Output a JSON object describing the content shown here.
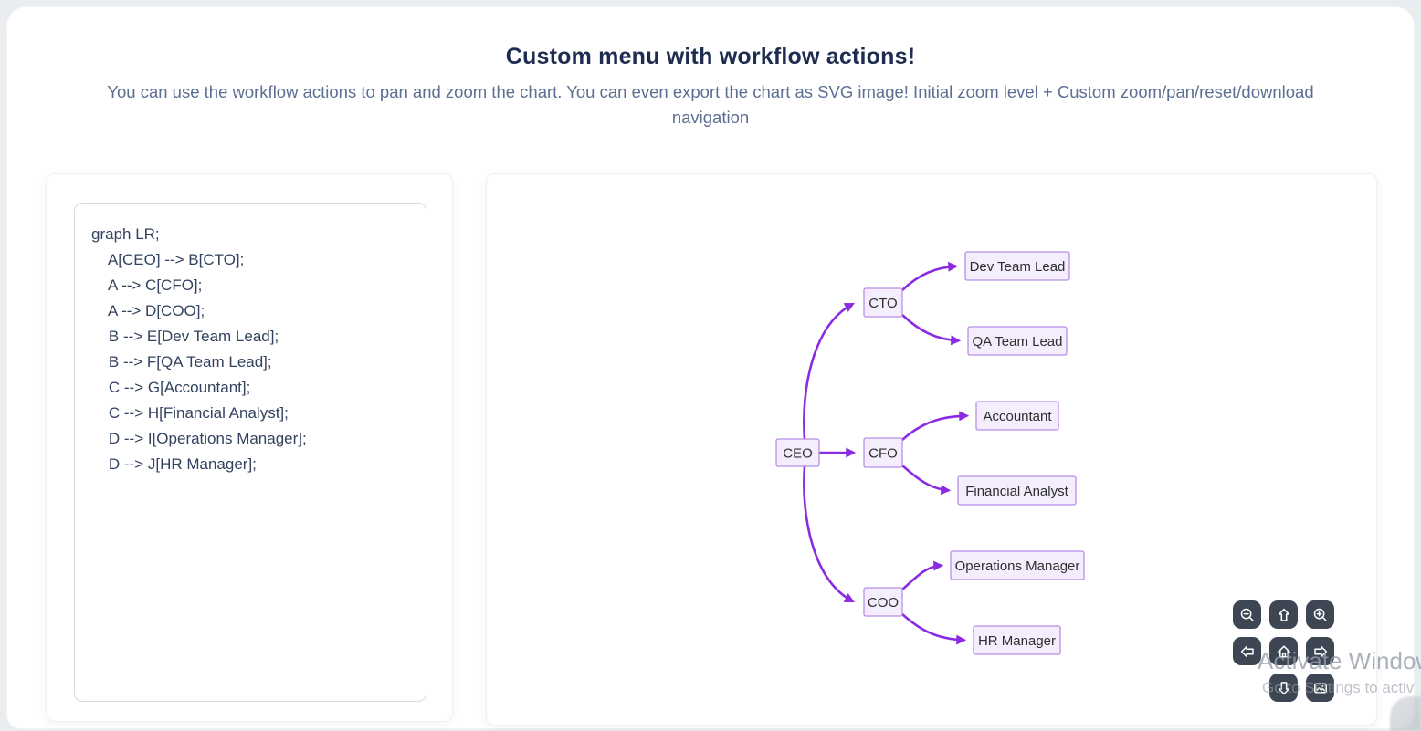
{
  "header": {
    "title": "Custom menu with workflow actions!",
    "subtitle": "You can use the workflow actions to pan and zoom the chart. You can even export the chart as SVG image! Initial zoom level + Custom zoom/pan/reset/download navigation"
  },
  "editor": {
    "code": "graph LR;\n    A[CEO] --> B[CTO];\n    A --> C[CFO];\n    A --> D[COO];\n    B --> E[Dev Team Lead];\n    B --> F[QA Team Lead];\n    C --> G[Accountant];\n    C --> H[Financial Analyst];\n    D --> I[Operations Manager];\n    D --> J[HR Manager];"
  },
  "diagram": {
    "type": "flowchart-LR",
    "nodes": [
      {
        "id": "A",
        "label": "CEO"
      },
      {
        "id": "B",
        "label": "CTO"
      },
      {
        "id": "C",
        "label": "CFO"
      },
      {
        "id": "D",
        "label": "COO"
      },
      {
        "id": "E",
        "label": "Dev Team Lead"
      },
      {
        "id": "F",
        "label": "QA Team Lead"
      },
      {
        "id": "G",
        "label": "Accountant"
      },
      {
        "id": "H",
        "label": "Financial Analyst"
      },
      {
        "id": "I",
        "label": "Operations Manager"
      },
      {
        "id": "J",
        "label": "HR Manager"
      }
    ],
    "edges": [
      {
        "from": "CEO",
        "to": "CTO"
      },
      {
        "from": "CEO",
        "to": "CFO"
      },
      {
        "from": "CEO",
        "to": "COO"
      },
      {
        "from": "CTO",
        "to": "Dev Team Lead"
      },
      {
        "from": "CTO",
        "to": "QA Team Lead"
      },
      {
        "from": "CFO",
        "to": "Accountant"
      },
      {
        "from": "CFO",
        "to": "Financial Analyst"
      },
      {
        "from": "COO",
        "to": "Operations Manager"
      },
      {
        "from": "COO",
        "to": "HR Manager"
      }
    ],
    "colors": {
      "node_fill": "#f3edfd",
      "node_border": "#b78fe9",
      "edge": "#8a2be2",
      "label": "#2e2e2e"
    }
  },
  "workflow_controls": {
    "button_color": "#3e4654",
    "buttons": [
      {
        "name": "zoom-out",
        "icon": "magnifier-minus-icon"
      },
      {
        "name": "pan-up",
        "icon": "arrow-up-icon"
      },
      {
        "name": "zoom-in",
        "icon": "magnifier-plus-icon"
      },
      {
        "name": "pan-left",
        "icon": "arrow-left-icon"
      },
      {
        "name": "reset-view",
        "icon": "home-icon"
      },
      {
        "name": "pan-right",
        "icon": "arrow-right-icon"
      },
      {
        "name": "pan-down",
        "icon": "arrow-down-icon"
      },
      {
        "name": "download-image",
        "icon": "image-icon"
      }
    ]
  },
  "watermark": {
    "line1": "Activate Windows",
    "line2": "Go to Settings to activ"
  }
}
